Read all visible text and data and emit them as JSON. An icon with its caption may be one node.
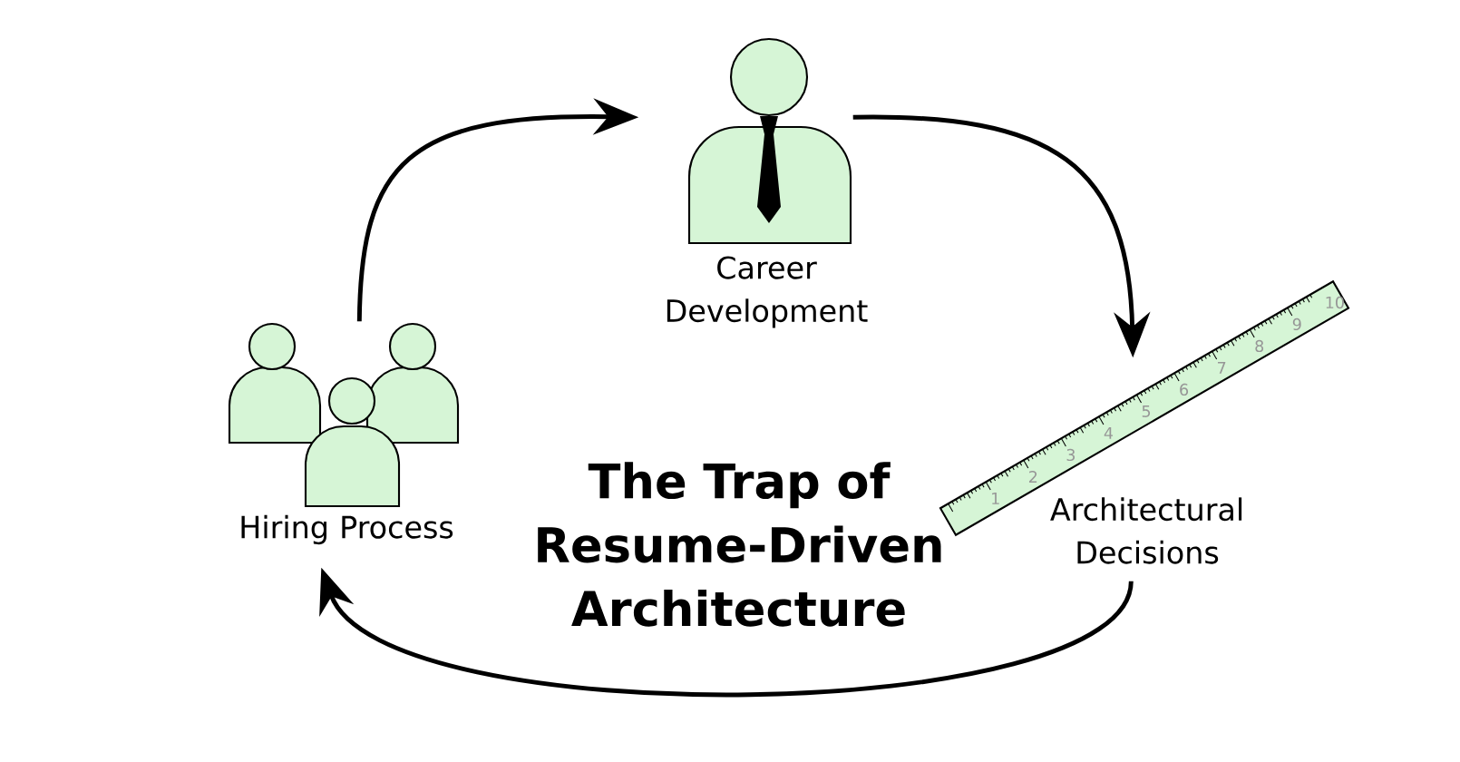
{
  "diagram": {
    "title": "The Trap of Resume-Driven Architecture",
    "nodes": [
      {
        "text": [
          "Career Development"
        ]
      },
      {
        "text": [
          "Hiring Process"
        ]
      },
      {
        "text": [
          "Architectural Decisions"
        ]
      }
    ],
    "edges": [
      {
        "from": 1,
        "to": 0,
        "arrow": "to"
      },
      {
        "from": 0,
        "to": 2,
        "arrow": "to"
      },
      {
        "from": 2,
        "to": 1,
        "arrow": "to"
      }
    ],
    "labels": [
      "1",
      "2",
      "3",
      "4",
      "5",
      "6",
      "7",
      "8",
      "9",
      "10"
    ]
  }
}
